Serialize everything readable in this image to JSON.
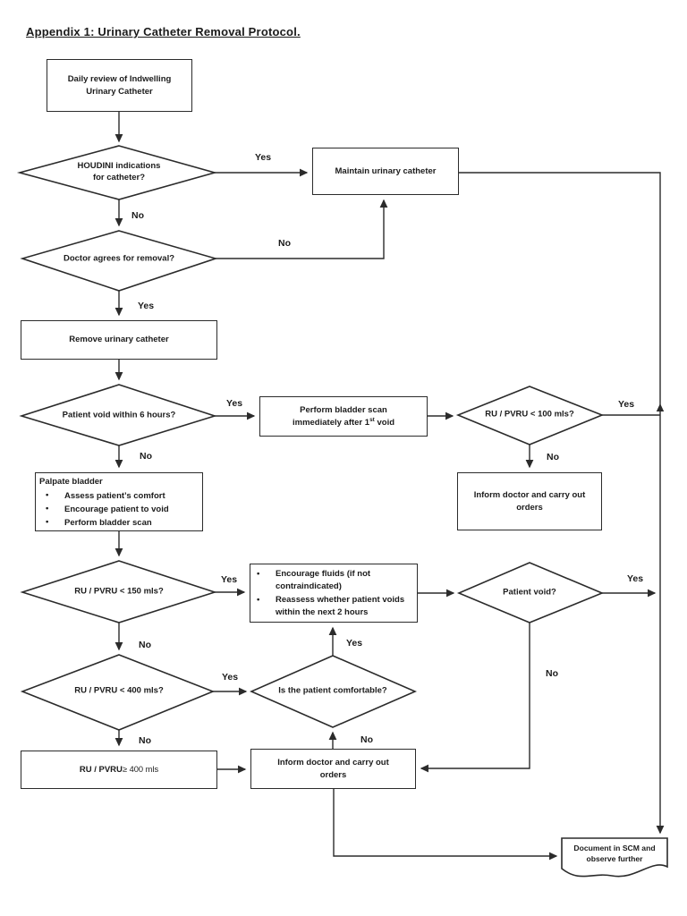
{
  "title": "Appendix 1: Urinary Catheter Removal Protocol.",
  "nodes": {
    "daily_review": {
      "type": "process",
      "lines": [
        "Daily review of Indwelling",
        "Urinary Catheter"
      ]
    },
    "houdini": {
      "type": "decision",
      "lines": [
        "HOUDINI indications",
        "for catheter?"
      ]
    },
    "maintain": {
      "type": "process",
      "label": "Maintain urinary catheter"
    },
    "doctor_agrees": {
      "type": "decision",
      "label": "Doctor agrees for removal?"
    },
    "remove_catheter": {
      "type": "process",
      "label": "Remove urinary catheter"
    },
    "void_6h": {
      "type": "decision",
      "label": "Patient void within 6 hours?"
    },
    "bladder_scan": {
      "type": "process",
      "line1": "Perform bladder scan",
      "line2_pre": "immediately after 1",
      "line2_sup": "st",
      "line2_post": " void"
    },
    "ru_100": {
      "type": "decision",
      "label": "RU / PVRU < 100 mls?"
    },
    "inform_doctor_1": {
      "type": "process",
      "lines": [
        "Inform doctor and carry out",
        "orders"
      ]
    },
    "palpate": {
      "type": "process",
      "heading": "Palpate bladder",
      "bullets": [
        "Assess patient’s comfort",
        "Encourage patient to void",
        "Perform bladder scan"
      ]
    },
    "ru_150": {
      "type": "decision",
      "label": "RU / PVRU < 150 mls?"
    },
    "encourage_fluids": {
      "type": "process",
      "bullets": [
        "Encourage fluids (if not contraindicated)",
        "Reassess whether patient voids within the next 2 hours"
      ]
    },
    "patient_void": {
      "type": "decision",
      "label": "Patient void?"
    },
    "ru_400": {
      "type": "decision",
      "label": "RU / PVRU < 400 mls?"
    },
    "comfortable": {
      "type": "decision",
      "label": "Is the patient comfortable?"
    },
    "ru_400_plus": {
      "type": "process",
      "prefix": "RU / PVRU ",
      "suffix": "≥ 400 mls"
    },
    "inform_doctor_2": {
      "type": "process",
      "lines": [
        "Inform doctor and carry out",
        "orders"
      ]
    },
    "document_scm": {
      "type": "document",
      "lines": [
        "Document in SCM and",
        "observe further"
      ]
    }
  },
  "edge_labels": {
    "houdini_yes": "Yes",
    "houdini_no": "No",
    "doctor_no": "No",
    "doctor_yes": "Yes",
    "void6_yes": "Yes",
    "void6_no": "No",
    "ru100_yes": "Yes",
    "ru100_no": "No",
    "ru150_yes": "Yes",
    "ru150_no": "No",
    "ru400_yes": "Yes",
    "ru400_no": "No",
    "comfortable_yes": "Yes",
    "comfortable_no": "No",
    "patient_void_yes": "Yes",
    "patient_void_no": "No"
  },
  "colors": {
    "line": "#2b2b2b",
    "text": "#1b1b1b",
    "background": "#ffffff"
  }
}
